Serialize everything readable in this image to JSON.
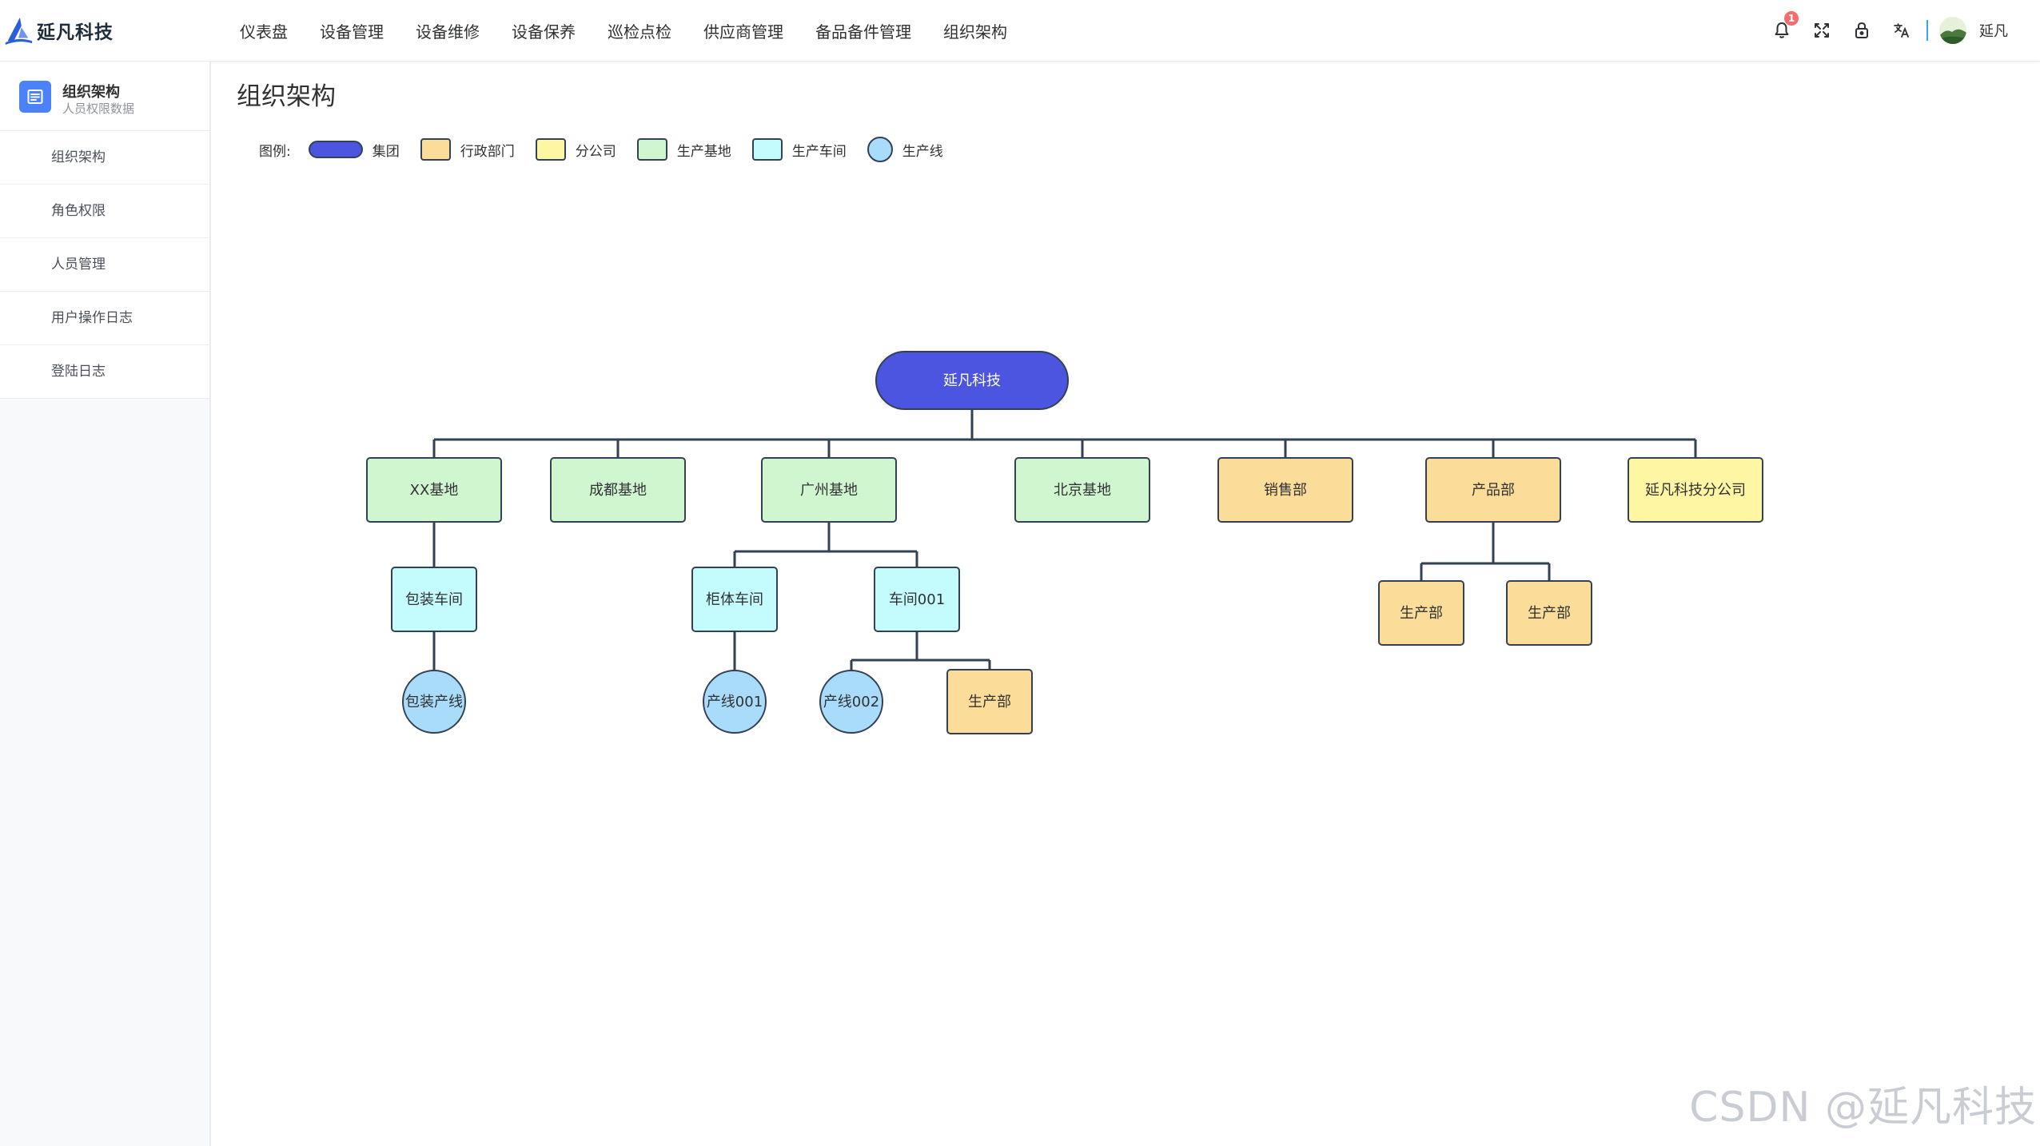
{
  "brand": {
    "name": "延凡科技",
    "color": "#2b5fd9"
  },
  "nav": [
    "仪表盘",
    "设备管理",
    "设备维修",
    "设备保养",
    "巡检点检",
    "供应商管理",
    "备品备件管理",
    "组织架构"
  ],
  "tools": {
    "notifications": {
      "icon": "bell-icon",
      "count": "1"
    },
    "fullscreen": {
      "icon": "fullscreen-icon"
    },
    "lock": {
      "icon": "lock-icon"
    },
    "language": {
      "icon": "translate-icon"
    },
    "user": {
      "name": "延凡",
      "avatar": "avatar"
    }
  },
  "sidebar": {
    "title": "组织架构",
    "subtitle": "人员权限数据",
    "items": [
      "组织架构",
      "角色权限",
      "人员管理",
      "用户操作日志",
      "登陆日志"
    ]
  },
  "page": {
    "title": "组织架构"
  },
  "legend": {
    "label": "图例:",
    "items": [
      {
        "label": "集团",
        "shape": "pill",
        "color": "#4c55e0"
      },
      {
        "label": "行政部门",
        "shape": "rect",
        "color": "#fbdc98"
      },
      {
        "label": "分公司",
        "shape": "rect",
        "color": "#fff6a4"
      },
      {
        "label": "生产基地",
        "shape": "rect",
        "color": "#d0f6cf"
      },
      {
        "label": "生产车间",
        "shape": "rect",
        "color": "#c4fbfd"
      },
      {
        "label": "生产线",
        "shape": "circle",
        "color": "#a9dbfb"
      }
    ]
  },
  "org_tree": {
    "label": "延凡科技",
    "type": "集团",
    "children": [
      {
        "label": "XX基地",
        "type": "生产基地",
        "children": [
          {
            "label": "包装车间",
            "type": "生产车间",
            "children": [
              {
                "label": "包装产线",
                "type": "生产线"
              }
            ]
          }
        ]
      },
      {
        "label": "成都基地",
        "type": "生产基地"
      },
      {
        "label": "广州基地",
        "type": "生产基地",
        "children": [
          {
            "label": "柜体车间",
            "type": "生产车间",
            "children": [
              {
                "label": "产线001",
                "type": "生产线"
              }
            ]
          },
          {
            "label": "车间001",
            "type": "生产车间",
            "children": [
              {
                "label": "产线002",
                "type": "生产线"
              },
              {
                "label": "生产部",
                "type": "行政部门"
              }
            ]
          }
        ]
      },
      {
        "label": "北京基地",
        "type": "生产基地"
      },
      {
        "label": "销售部",
        "type": "行政部门"
      },
      {
        "label": "产品部",
        "type": "行政部门",
        "children": [
          {
            "label": "生产部",
            "type": "行政部门"
          },
          {
            "label": "生产部",
            "type": "行政部门"
          }
        ]
      },
      {
        "label": "延凡科技分公司",
        "type": "分公司"
      }
    ]
  },
  "watermark": "CSDN @延凡科技"
}
